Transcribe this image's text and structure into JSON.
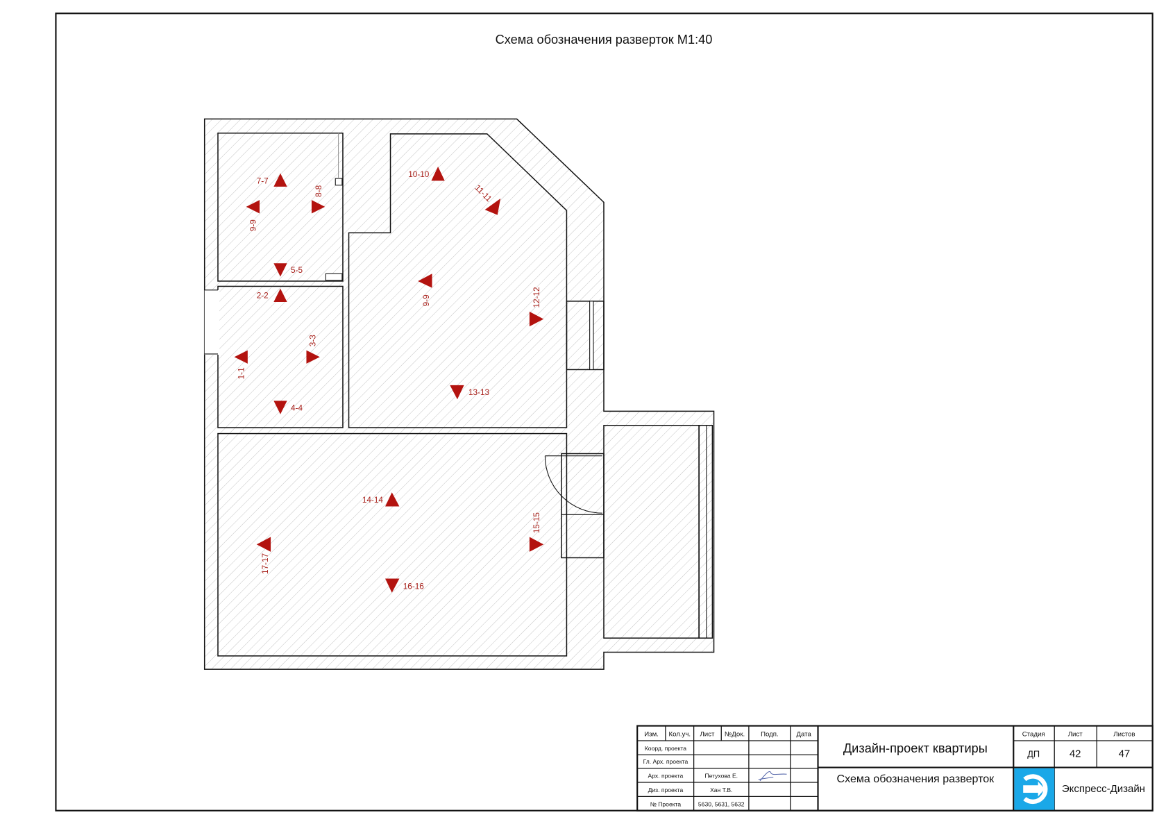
{
  "sheet": {
    "title": "Схема обозначения разверток М1:40"
  },
  "markers": {
    "m1": "1-1",
    "m2": "2-2",
    "m3": "3-3",
    "m4": "4-4",
    "m5": "5-5",
    "m7": "7-7",
    "m8": "8-8",
    "m9a": "9-9",
    "m9b": "9-9",
    "m10": "10-10",
    "m11": "11-11",
    "m12": "12-12",
    "m13": "13-13",
    "m14": "14-14",
    "m15": "15-15",
    "m16": "16-16",
    "m17": "17-17",
    "color": "#b3130f"
  },
  "title_block": {
    "headers": [
      "Изм.",
      "Кол.уч.",
      "Лист",
      "№Док.",
      "Подп.",
      "Дата"
    ],
    "rows": [
      {
        "role": "Коорд. проекта",
        "name": ""
      },
      {
        "role": "Гл. Арх. проекта",
        "name": ""
      },
      {
        "role": "Арх. проекта",
        "name": "Петухова Е."
      },
      {
        "role": "Диз. проекта",
        "name": "Хан Т.В."
      },
      {
        "role": "№ Проекта",
        "name": "5630, 5631, 5632"
      }
    ],
    "project_title": "Дизайн-проект квартиры",
    "sheet_name": "Схема обозначения разверток",
    "stage_label": "Стадия",
    "sheet_label": "Лист",
    "sheets_label": "Листов",
    "stage": "ДП",
    "sheet_number": "42",
    "sheets_total": "47",
    "company": "Экспресс-Дизайн",
    "logo_color": "#1aa8e8"
  }
}
